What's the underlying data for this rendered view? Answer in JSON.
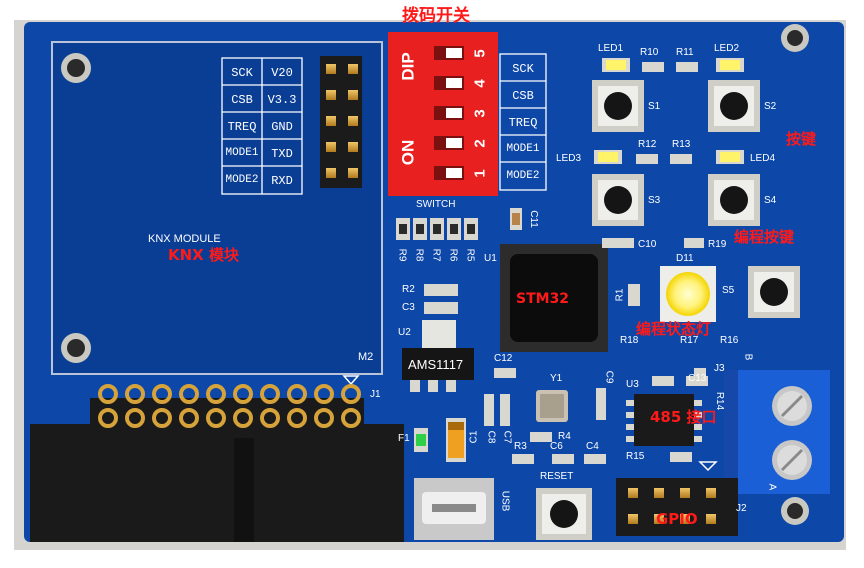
{
  "annotations": {
    "dip": "拨码开关",
    "keys": "按键",
    "prog_key": "编程按键",
    "knx": "KNX 模块",
    "mcu": "STM32",
    "prog_led": "编程状态灯",
    "rs485": "485 接口",
    "gpio": "GPIO"
  },
  "knx_module": {
    "name": "KNX MODULE",
    "ref": "M2",
    "pins_left": [
      "SCK",
      "CSB",
      "TREQ",
      "MODE1",
      "MODE2"
    ],
    "pins_right": [
      "V20",
      "V3.3",
      "GND",
      "TXD",
      "RXD"
    ]
  },
  "dip_switch": {
    "dip_text": "DIP",
    "on_text": "ON",
    "positions": [
      "5",
      "4",
      "3",
      "2",
      "1"
    ],
    "signals": [
      "SCK",
      "CSB",
      "TREQ",
      "MODE1",
      "MODE2"
    ]
  },
  "switch_block": {
    "label": "SWITCH",
    "resistors": [
      "R9",
      "R8",
      "R7",
      "R6",
      "R5"
    ]
  },
  "leds": [
    "LED1",
    "LED2",
    "LED3",
    "LED4",
    "D11"
  ],
  "switches": [
    "S1",
    "S2",
    "S3",
    "S4",
    "S5"
  ],
  "resistors_top": [
    "R10",
    "R11",
    "R12",
    "R13"
  ],
  "refs": {
    "c11": "C11",
    "c10": "C10",
    "r19": "R19",
    "u1": "U1",
    "r2": "R2",
    "c3": "C3",
    "r1": "R1",
    "u2": "U2",
    "c12": "C12",
    "y1": "Y1",
    "c9": "C9",
    "c8": "C8",
    "c7": "C7",
    "r4": "R4",
    "r3": "R3",
    "c6": "C6",
    "c4": "C4",
    "u3": "U3",
    "c13": "C13",
    "r18": "R18",
    "r17": "R17",
    "r16": "R16",
    "j3": "J3",
    "r14": "R14",
    "r15": "R15",
    "f1": "F1",
    "c1": "C1",
    "j1": "J1",
    "j2": "J2",
    "usb": "USB",
    "reset": "RESET",
    "bplus": "B",
    "bminus": "A"
  },
  "regulator": "AMS1117",
  "colors": {
    "pcb": "#0d47a8",
    "pcb_dark": "#0a3e95",
    "annotation": "#ff1a1a",
    "dip_red": "#e8201f",
    "terminal": "#1a5fd6",
    "gold": "#d6a23a"
  }
}
